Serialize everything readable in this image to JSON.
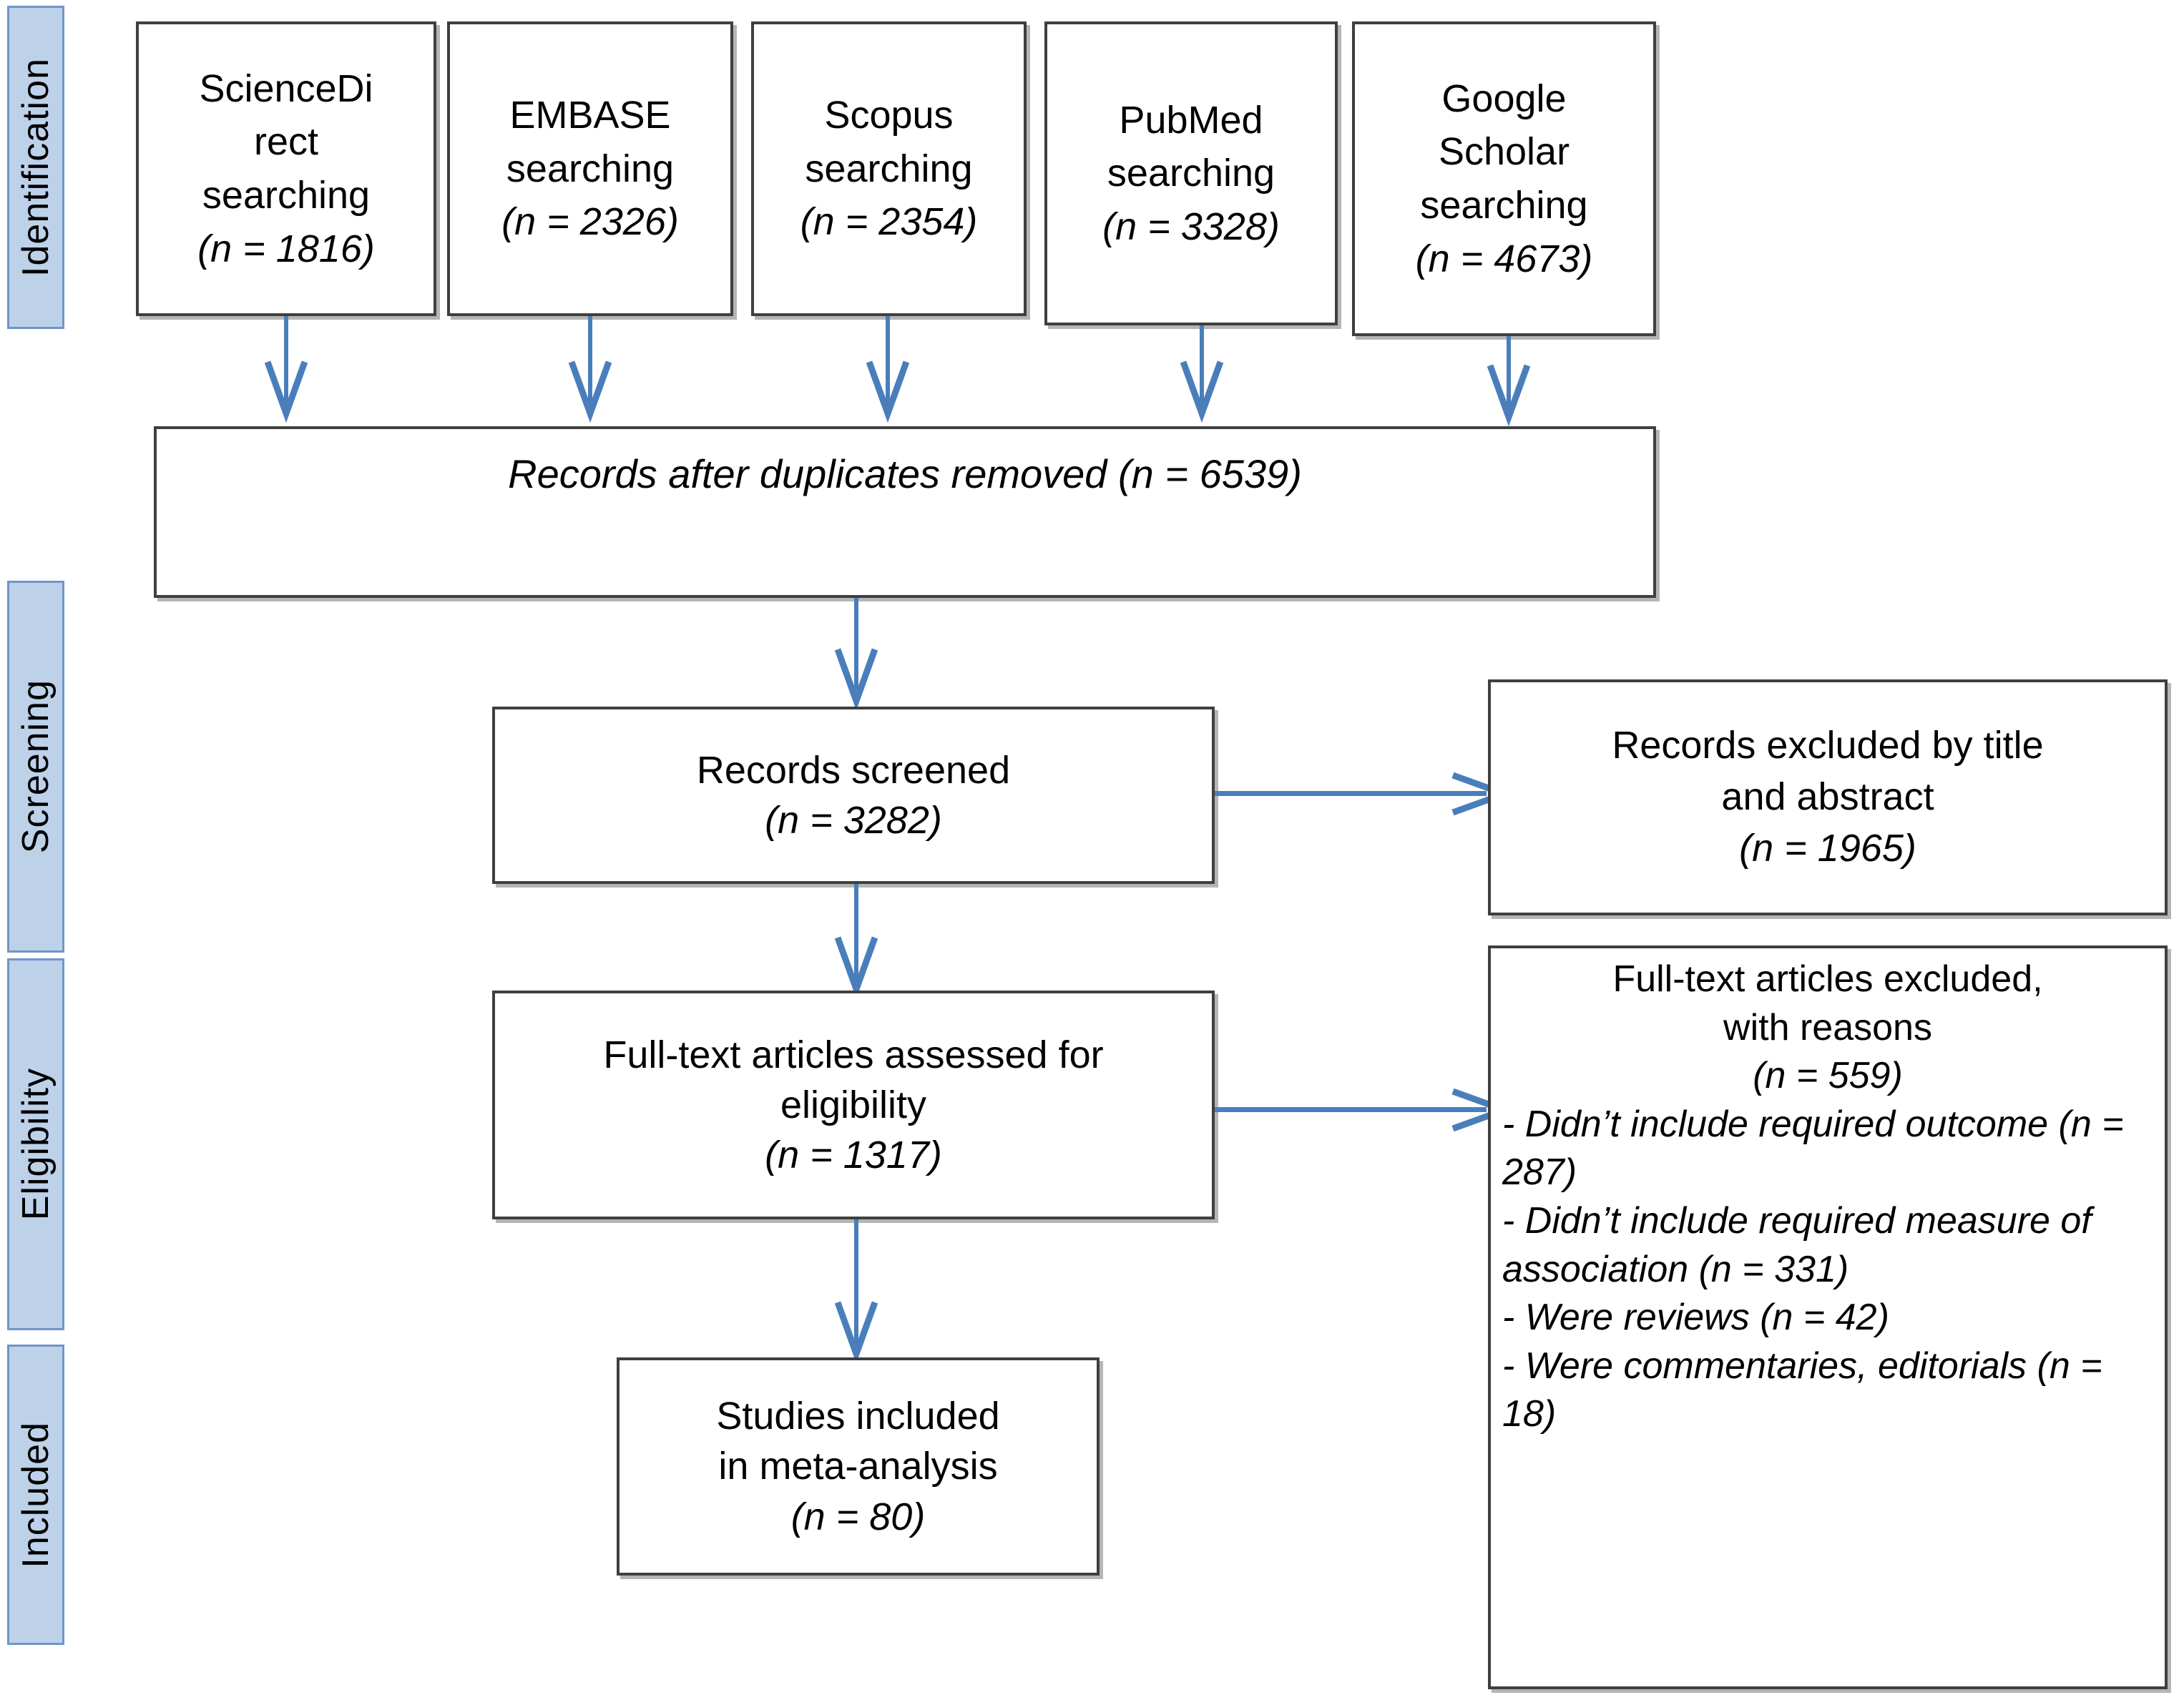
{
  "diagram": {
    "title": "PRISMA flow diagram",
    "colors": {
      "stage_fill": "#bdd1e9",
      "stage_border": "#6f95c8",
      "box_border": "#3f3f3f",
      "box_fill": "#ffffff",
      "connector": "#4a7ebb",
      "text": "#000000"
    }
  },
  "stages": [
    {
      "id": "identification",
      "label": "Identification"
    },
    {
      "id": "screening",
      "label": "Screening"
    },
    {
      "id": "eligibility",
      "label": "Eligibility"
    },
    {
      "id": "included",
      "label": "Included"
    }
  ],
  "sources": [
    {
      "id": "sciencedirect",
      "name": "ScienceDirect searching",
      "line1": "ScienceDi",
      "line2": "rect",
      "line3": "searching",
      "count_line": "(n = 1816)",
      "n": 1816
    },
    {
      "id": "embase",
      "name": "EMBASE searching",
      "line1": "EMBASE",
      "line2": "searching",
      "line3": "",
      "count_line": "(n = 2326)",
      "n": 2326
    },
    {
      "id": "scopus",
      "name": "Scopus searching",
      "line1": "Scopus",
      "line2": "searching",
      "line3": "",
      "count_line": "(n = 2354)",
      "n": 2354
    },
    {
      "id": "pubmed",
      "name": "PubMed searching",
      "line1": "PubMed",
      "line2": "searching",
      "line3": "",
      "count_line": "(n = 3328)",
      "n": 3328
    },
    {
      "id": "googlescholar",
      "name": "Google Scholar searching",
      "line1": "Google",
      "line2": "Scholar",
      "line3": "searching",
      "count_line": "(n = 4673)",
      "n": 4673
    }
  ],
  "boxes": {
    "duplicates": {
      "text": "Records after duplicates removed (n = 6539)",
      "label": "Records after duplicates removed",
      "n": 6539
    },
    "records_screened": {
      "line1": "Records screened",
      "count_line": "(n = 3282)",
      "n": 3282
    },
    "records_excluded": {
      "line1": "Records excluded by title",
      "line2": "and abstract",
      "count_line": "(n = 1965)",
      "n": 1965
    },
    "fulltext_assessed": {
      "line1": "Full-text articles assessed for",
      "line2": "eligibility",
      "count_line": "(n = 1317)",
      "n": 1317
    },
    "fulltext_excluded": {
      "line1": "Full-text articles excluded,",
      "line2": "with reasons",
      "count_line": "(n = 559)",
      "n": 559,
      "reasons": [
        {
          "text": "- Didn’t include required outcome (n = 287)",
          "n": 287
        },
        {
          "text": "- Didn’t include required measure of association (n = 331)",
          "n": 331
        },
        {
          "text": "- Were reviews (n = 42)",
          "n": 42
        },
        {
          "text": "- Were commentaries, editorials (n = 18)",
          "n": 18
        }
      ]
    },
    "studies_included": {
      "line1": "Studies included",
      "line2": "in meta-analysis",
      "count_line": "(n = 80)",
      "n": 80
    }
  }
}
